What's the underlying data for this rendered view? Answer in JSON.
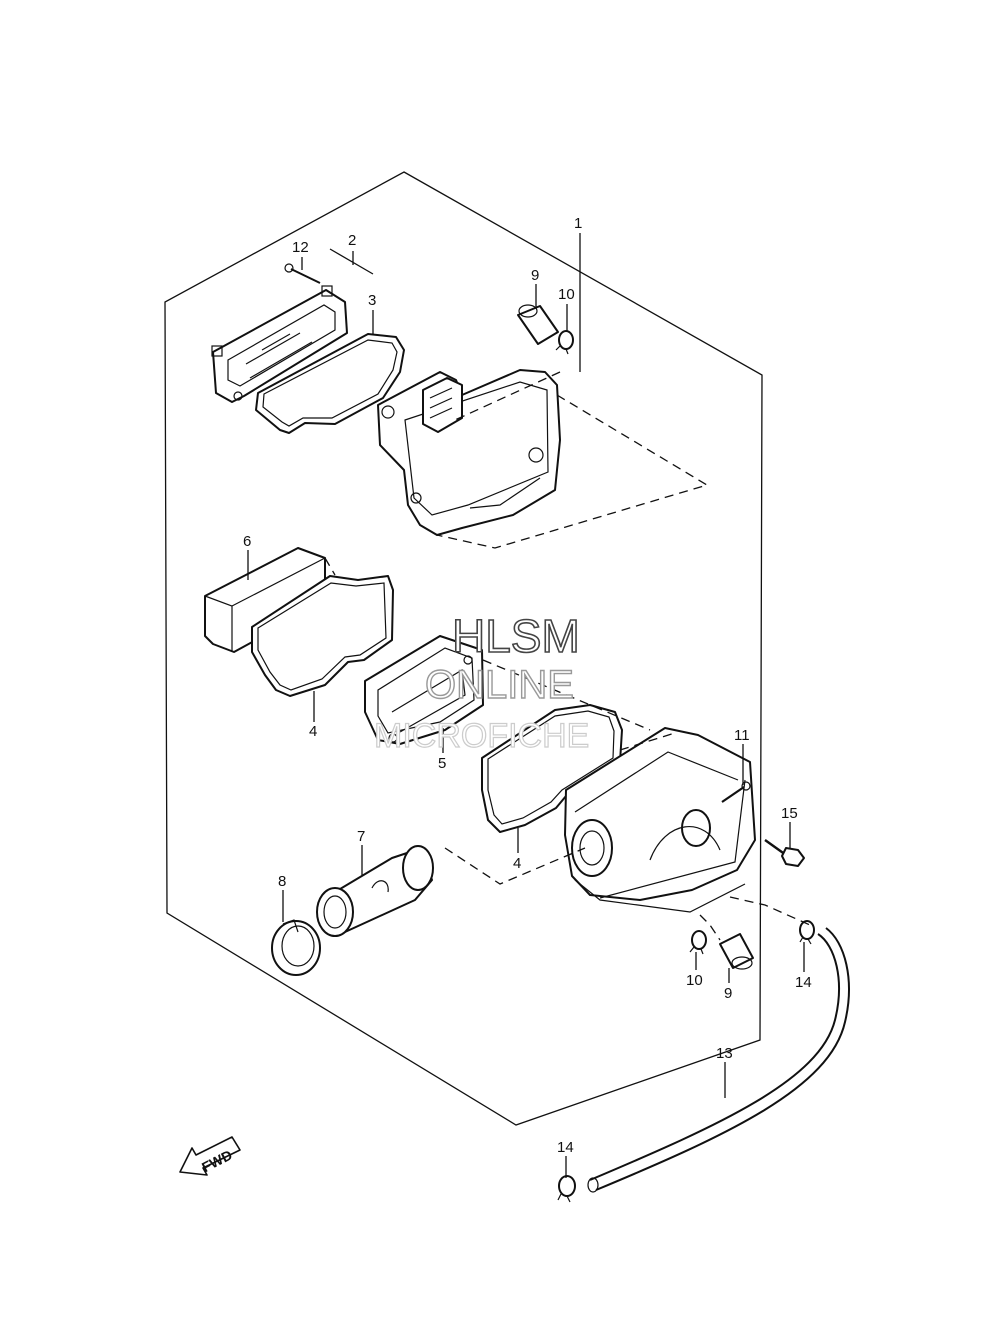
{
  "watermark": {
    "line1": "HLSM",
    "line2": "ONLINE",
    "line3": "MICROFICHE"
  },
  "direction_arrow": {
    "label": "FWD"
  },
  "callouts": [
    {
      "id": "c1",
      "label": "1"
    },
    {
      "id": "c2",
      "label": "2"
    },
    {
      "id": "c3",
      "label": "3"
    },
    {
      "id": "c12",
      "label": "12"
    },
    {
      "id": "c9a",
      "label": "9"
    },
    {
      "id": "c10a",
      "label": "10"
    },
    {
      "id": "c6",
      "label": "6"
    },
    {
      "id": "c4a",
      "label": "4"
    },
    {
      "id": "c5",
      "label": "5"
    },
    {
      "id": "c4b",
      "label": "4"
    },
    {
      "id": "c11",
      "label": "11"
    },
    {
      "id": "c15",
      "label": "15"
    },
    {
      "id": "c7",
      "label": "7"
    },
    {
      "id": "c8",
      "label": "8"
    },
    {
      "id": "c10b",
      "label": "10"
    },
    {
      "id": "c9b",
      "label": "9"
    },
    {
      "id": "c14a",
      "label": "14"
    },
    {
      "id": "c13",
      "label": "13"
    },
    {
      "id": "c14b",
      "label": "14"
    }
  ]
}
